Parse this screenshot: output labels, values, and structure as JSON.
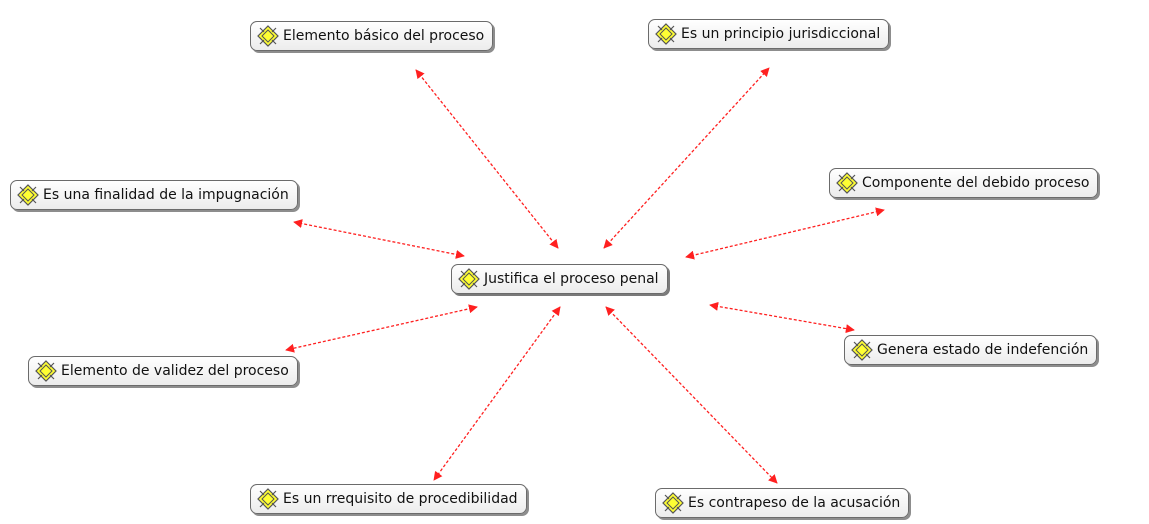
{
  "diagram": {
    "center": {
      "label": "Justifica el proceso penal",
      "icon": "quotation-code-icon"
    },
    "nodes": [
      {
        "id": "n1",
        "label": "Elemento básico del proceso",
        "icon": "quotation-code-icon"
      },
      {
        "id": "n2",
        "label": "Es un principio jurisdiccional",
        "icon": "quotation-code-icon"
      },
      {
        "id": "n3",
        "label": "Es una finalidad de la impugnación",
        "icon": "quotation-code-icon"
      },
      {
        "id": "n4",
        "label": "Componente del debido proceso",
        "icon": "quotation-code-icon"
      },
      {
        "id": "n5",
        "label": "Genera estado de indefención",
        "icon": "quotation-code-icon"
      },
      {
        "id": "n6",
        "label": "Elemento de validez del proceso",
        "icon": "quotation-code-icon"
      },
      {
        "id": "n7",
        "label": "Es un rrequisito de procedibilidad",
        "icon": "quotation-code-icon"
      },
      {
        "id": "n8",
        "label": "Es contrapeso de la acusación",
        "icon": "quotation-code-icon"
      }
    ],
    "edges": [
      {
        "from": "center",
        "to": "n1",
        "direction": "both"
      },
      {
        "from": "center",
        "to": "n2",
        "direction": "both"
      },
      {
        "from": "center",
        "to": "n3",
        "direction": "both"
      },
      {
        "from": "center",
        "to": "n4",
        "direction": "both"
      },
      {
        "from": "center",
        "to": "n5",
        "direction": "both"
      },
      {
        "from": "center",
        "to": "n6",
        "direction": "both"
      },
      {
        "from": "center",
        "to": "n7",
        "direction": "both"
      },
      {
        "from": "center",
        "to": "n8",
        "direction": "both"
      }
    ],
    "colors": {
      "edge": "#ff2020",
      "icon_fill": "#ffff33",
      "icon_stroke": "#555555"
    }
  }
}
